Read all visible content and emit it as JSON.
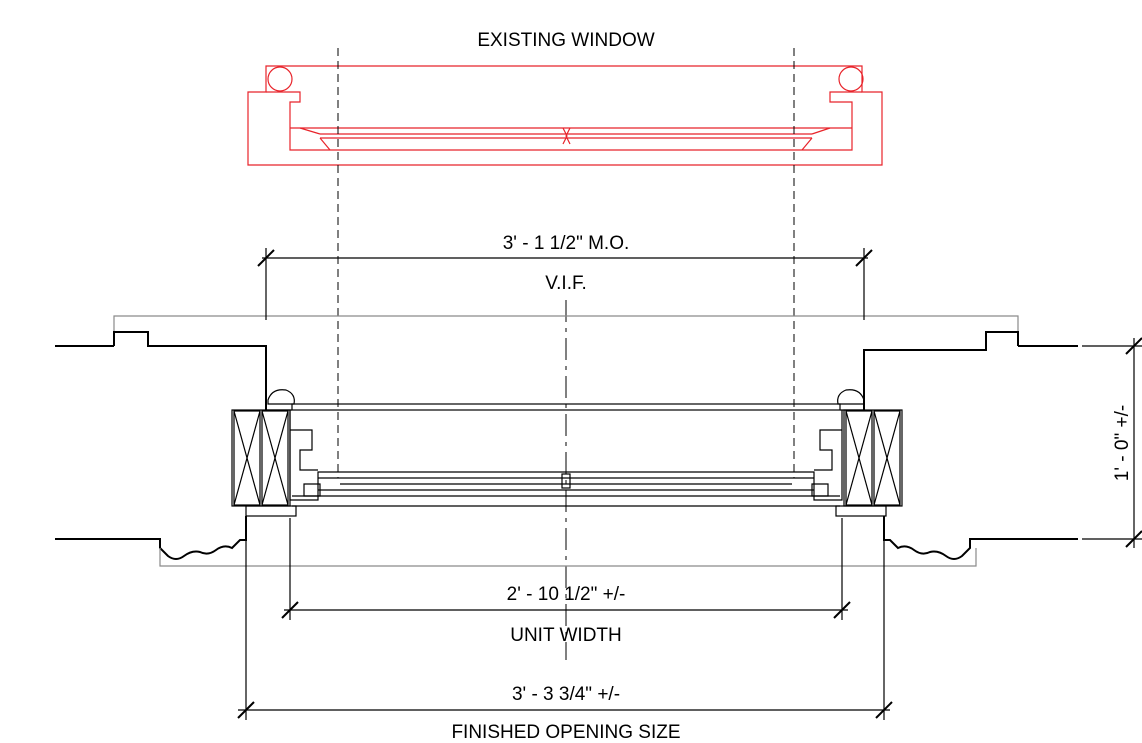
{
  "labels": {
    "existing_window": "EXISTING WINDOW",
    "masonry_opening": "3' - 1 1/2\" M.O.",
    "vif": "V.I.F.",
    "depth": "1' - 0\" +/-",
    "unit_width_dim": "2' - 10 1/2\" +/-",
    "unit_width": "UNIT WIDTH",
    "finished_opening_dim": "3' - 3 3/4\" +/-",
    "finished_opening": "FINISHED OPENING SIZE"
  },
  "colors": {
    "existing": "#e8232a",
    "linework": "#000000",
    "secondary": "#8a8a8a"
  }
}
